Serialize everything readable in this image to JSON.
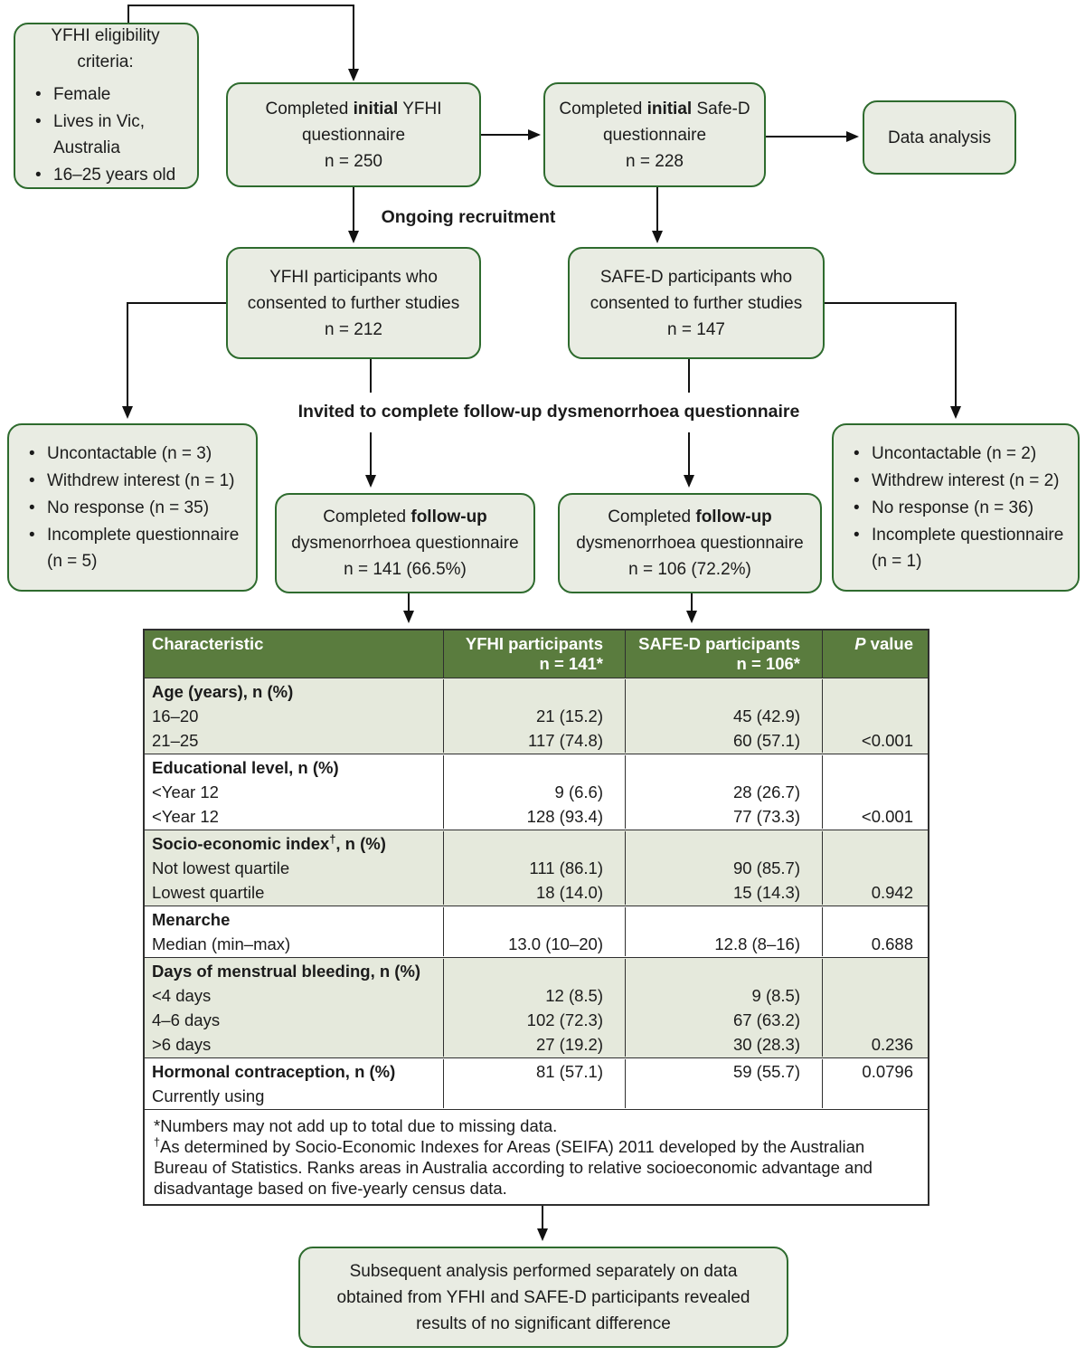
{
  "flowchart": {
    "eligibility": {
      "title_line1": "YFHI eligibility",
      "title_line2": "criteria:",
      "bullets": [
        "Female",
        "Lives in Vic, Australia",
        "16–25 years old"
      ]
    },
    "yfhi_initial": {
      "pre": "Completed ",
      "bold": "initial",
      "post": " YFHI",
      "line2": "questionnaire",
      "n": "n = 250"
    },
    "safed_initial": {
      "pre": "Completed ",
      "bold": "initial",
      "post": " Safe-D",
      "line2": "questionnaire",
      "n": "n = 228"
    },
    "data_analysis_label": "Data analysis",
    "ongoing_label": "Ongoing recruitment",
    "yfhi_consent": {
      "line1": "YFHI participants who",
      "line2": "consented to further studies",
      "n": "n = 212"
    },
    "safed_consent": {
      "line1": "SAFE-D participants who",
      "line2": "consented to further studies",
      "n": "n = 147"
    },
    "invited_label": "Invited to complete follow-up dysmenorrhoea questionnaire",
    "left_exclusions": [
      "Uncontactable (n = 3)",
      "Withdrew interest (n = 1)",
      "No response (n = 35)",
      "Incomplete questionnaire (n = 5)"
    ],
    "right_exclusions": [
      "Uncontactable (n = 2)",
      "Withdrew interest (n = 2)",
      "No response (n = 36)",
      "Incomplete questionnaire (n = 1)"
    ],
    "yfhi_followup": {
      "pre": "Completed ",
      "bold": "follow-up",
      "line2": "dysmenorrhoea questionnaire",
      "n": "n = 141 (66.5%)"
    },
    "safed_followup": {
      "pre": "Completed ",
      "bold": "follow-up",
      "line2": "dysmenorrhoea questionnaire",
      "n": "n = 106 (72.2%)"
    },
    "final_box": {
      "line1": "Subsequent analysis performed separately on data",
      "line2": "obtained from YFHI and SAFE-D participants revealed",
      "line3": "results of no significant difference"
    }
  },
  "table": {
    "columns": [
      "Characteristic",
      "YFHI participants",
      "SAFE-D participants"
    ],
    "col2_sub": "n = 141*",
    "col3_sub": "n = 106*",
    "p_italic": "P",
    "p_rest": " value",
    "groups": [
      {
        "shaded": true,
        "rows": [
          {
            "bold": true,
            "cells": [
              "Age (years), n (%)",
              "",
              "",
              ""
            ]
          },
          {
            "bold": false,
            "cells": [
              "16–20",
              "21 (15.2)",
              "45 (42.9)",
              ""
            ]
          },
          {
            "bold": false,
            "cells": [
              "21–25",
              "117 (74.8)",
              "60 (57.1)",
              "<0.001"
            ]
          }
        ]
      },
      {
        "shaded": false,
        "rows": [
          {
            "bold": true,
            "cells": [
              "Educational level, n (%)",
              "",
              "",
              ""
            ]
          },
          {
            "bold": false,
            "cells": [
              "<Year 12",
              "9 (6.6)",
              "28 (26.7)",
              ""
            ]
          },
          {
            "bold": false,
            "cells": [
              "<Year 12",
              "128 (93.4)",
              "77 (73.3)",
              "<0.001"
            ]
          }
        ]
      },
      {
        "shaded": true,
        "rows": [
          {
            "bold": true,
            "cells": [
              "Socio-economic index†, n (%)",
              "",
              "",
              ""
            ]
          },
          {
            "bold": false,
            "cells": [
              "Not lowest quartile",
              "111 (86.1)",
              "90 (85.7)",
              ""
            ]
          },
          {
            "bold": false,
            "cells": [
              "Lowest quartile",
              "18 (14.0)",
              "15 (14.3)",
              "0.942"
            ]
          }
        ]
      },
      {
        "shaded": false,
        "rows": [
          {
            "bold": true,
            "cells": [
              "Menarche",
              "",
              "",
              ""
            ]
          },
          {
            "bold": false,
            "cells": [
              "Median (min–max)",
              "13.0 (10–20)",
              "12.8 (8–16)",
              "0.688"
            ]
          }
        ]
      },
      {
        "shaded": true,
        "rows": [
          {
            "bold": true,
            "cells": [
              "Days of menstrual bleeding, n (%)",
              "",
              "",
              ""
            ]
          },
          {
            "bold": false,
            "cells": [
              "<4 days",
              "12 (8.5)",
              "9 (8.5)",
              ""
            ]
          },
          {
            "bold": false,
            "cells": [
              "4–6 days",
              "102 (72.3)",
              "67 (63.2)",
              ""
            ]
          },
          {
            "bold": false,
            "cells": [
              ">6 days",
              "27 (19.2)",
              "30 (28.3)",
              "0.236"
            ]
          }
        ]
      },
      {
        "shaded": false,
        "rows": [
          {
            "bold": true,
            "cells": [
              "Hormonal contraception, n (%)",
              "81 (57.1)",
              "59 (55.7)",
              "0.0796"
            ]
          },
          {
            "bold": false,
            "cells": [
              "Currently using",
              "",
              "",
              ""
            ]
          }
        ]
      }
    ]
  },
  "footnotes": {
    "f1": "*Numbers may not add up to total due to missing data.",
    "f2_marker": "†",
    "f2_text": "As determined by Socio-Economic Indexes for Areas (SEIFA) 2011 developed by the Australian Bureau of Statistics. Ranks areas in Australia according to relative socioeconomic advantage and disadvantage based on five-yearly census data."
  },
  "colors": {
    "box_fill": "#e9ece3",
    "box_border": "#2e6b2e",
    "table_header_bg": "#5a7c3e",
    "table_shaded_row_bg": "#e5e9dc",
    "table_border": "#2f2f2f",
    "arrow": "#111111",
    "text": "#1b1b1b"
  }
}
